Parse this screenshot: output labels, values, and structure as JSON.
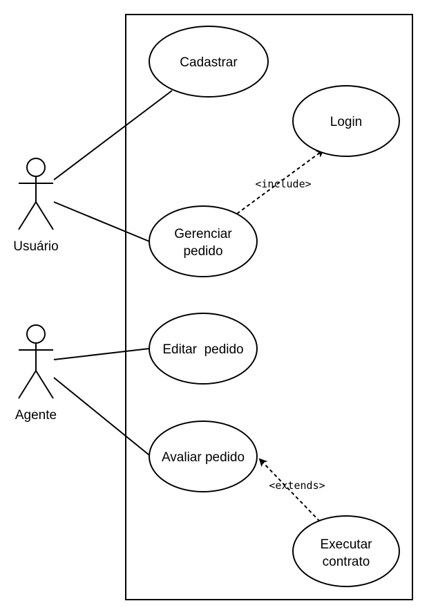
{
  "actors": {
    "usuario": {
      "label": "Usuário"
    },
    "agente": {
      "label": "Agente"
    }
  },
  "use_cases": {
    "cadastrar": {
      "label": "Cadastrar"
    },
    "login": {
      "label": "Login"
    },
    "gerenciar_line1": "Gerenciar",
    "gerenciar_line2": "pedido",
    "editar": {
      "label": "Editar  pedido"
    },
    "avaliar": {
      "label": "Avaliar pedido"
    },
    "executar_line1": "Executar",
    "executar_line2": "contrato"
  },
  "relationships": {
    "include": "<include>",
    "extends": "<extends>"
  },
  "colors": {
    "stroke": "#000000",
    "background": "#ffffff"
  }
}
